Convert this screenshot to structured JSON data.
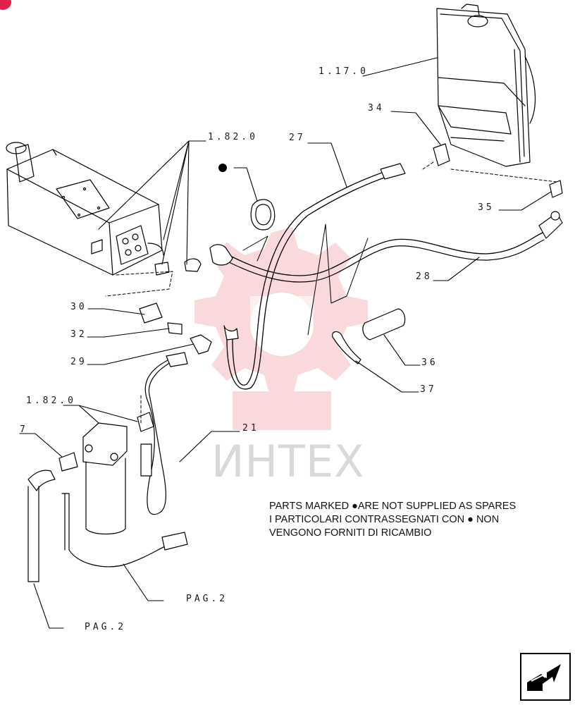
{
  "callouts": {
    "c_1170": "1.17.0",
    "c_34": "34",
    "c_1820_top": "1.82.0",
    "c_27": "27",
    "c_35": "35",
    "c_28": "28",
    "c_30": "30",
    "c_32": "32",
    "c_29": "29",
    "c_36": "36",
    "c_37": "37",
    "c_1820_bottom": "1.82.0",
    "c_7": "7",
    "c_21": "21",
    "c_pag2_a": "PAG.2",
    "c_pag2_b": "PAG.2"
  },
  "note": {
    "line1": "PARTS MARKED ●ARE NOT SUPPLIED AS SPARES",
    "line2": "I PARTICOLARI CONTRASSEGNATI CON ● NON",
    "line3": "VENGONO FORNITI DI RICAMBIO"
  },
  "watermark": {
    "text": "ИНТЕХ",
    "gear_color": "#f08a94",
    "text_color": "#d9d9d9"
  },
  "icons": {
    "nav": "next-page-arrow-icon",
    "badge": "red-corner-badge"
  }
}
